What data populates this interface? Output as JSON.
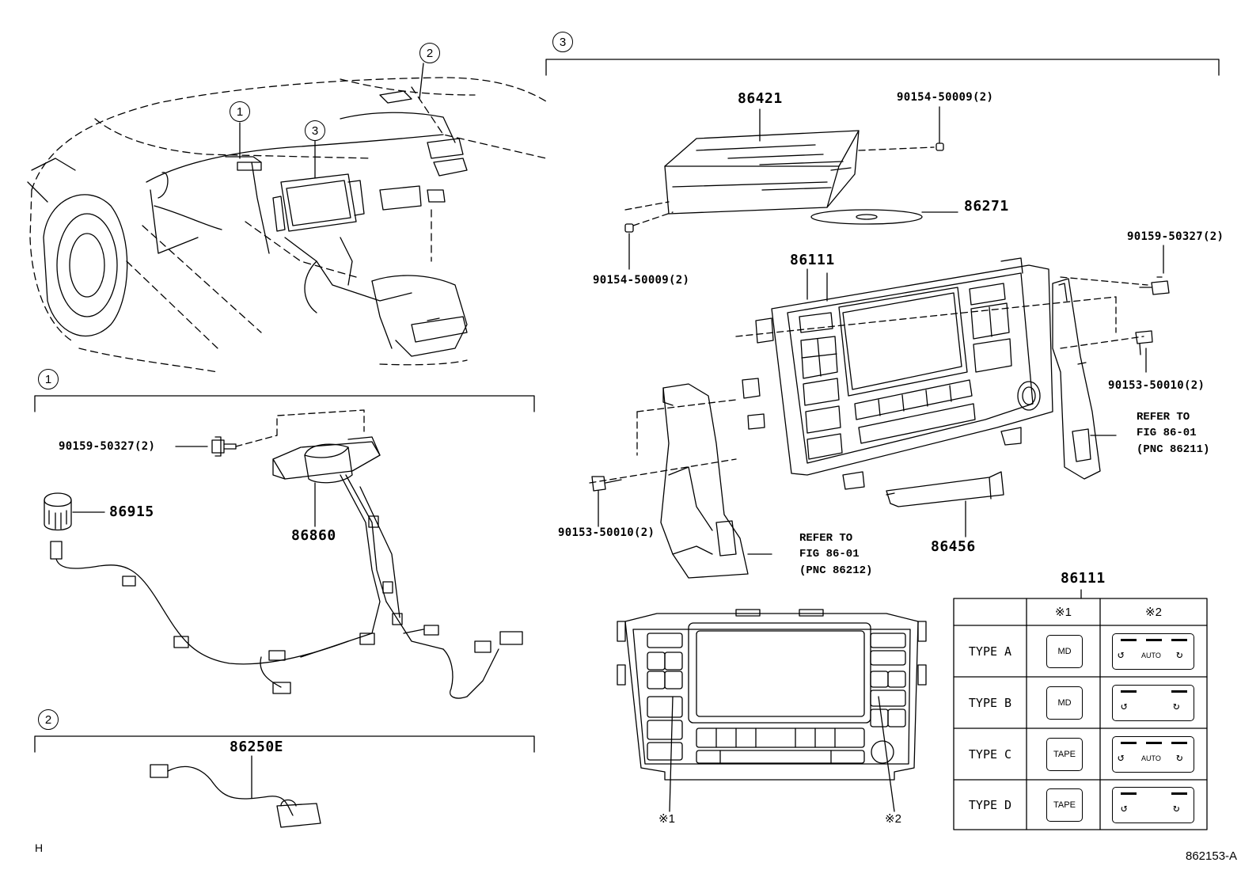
{
  "diagram": {
    "callouts": {
      "c1": "1",
      "c2": "2",
      "c3": "3",
      "sec1": "1",
      "sec2": "2",
      "sec3": "3"
    },
    "parts": {
      "p86421": "86421",
      "p90154_top": "90154-50009(2)",
      "p86271": "86271",
      "p90154_left": "90154-50009(2)",
      "p86111": "86111",
      "p90159_right": "90159-50327(2)",
      "p90153_right": "90153-50010(2)",
      "p90153_left": "90153-50010(2)",
      "p86456": "86456",
      "p90159_left": "90159-50327(2)",
      "p86915": "86915",
      "p86860": "86860",
      "p86250": "86250E"
    },
    "refs": {
      "right": "REFER TO\nFIG 86-01\n(PNC 86211)",
      "left": "REFER TO\nFIG 86-01\n(PNC 86212)"
    },
    "markers": {
      "m1": "※1",
      "m2": "※2"
    },
    "corner_code": "H",
    "figure_id": "862153-A"
  },
  "type_table": {
    "title": "86111",
    "headers": [
      "",
      "※1",
      "※2"
    ],
    "rows": [
      {
        "type": "TYPE A",
        "button": "MD",
        "ac_text": "AUTO"
      },
      {
        "type": "TYPE B",
        "button": "MD",
        "ac_text": ""
      },
      {
        "type": "TYPE C",
        "button": "TAPE",
        "ac_text": "AUTO"
      },
      {
        "type": "TYPE D",
        "button": "TAPE",
        "ac_text": ""
      }
    ]
  }
}
